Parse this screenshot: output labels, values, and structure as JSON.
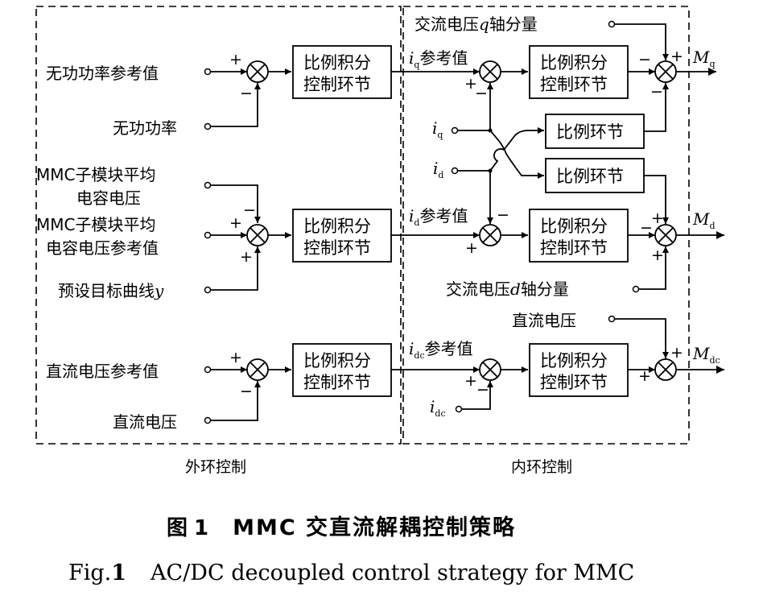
{
  "frames": {
    "outer_label": "外环控制",
    "inner_label": "内环控制"
  },
  "pi_block_label": [
    "比例积分",
    "控制环节"
  ],
  "p_block_label": "比例环节",
  "outer": {
    "row1": {
      "ref": "无功功率参考值",
      "fb": "无功功率"
    },
    "row2": {
      "in1": [
        "MMC子模块平均",
        "电容电压"
      ],
      "in2": [
        "MMC子模块平均",
        "电容电压参考值"
      ],
      "in3": "预设目标曲线",
      "in3_var": "y"
    },
    "row3": {
      "ref": "直流电压参考值",
      "fb": "直流电压"
    }
  },
  "inner": {
    "iq_ref": {
      "var": "i",
      "sub": "q",
      "text": "参考值"
    },
    "id_ref": {
      "var": "i",
      "sub": "d",
      "text": "参考值"
    },
    "idc_ref": {
      "var": "i",
      "sub": "dc",
      "text": "参考值"
    },
    "iq_in": {
      "var": "i",
      "sub": "q"
    },
    "id_in": {
      "var": "i",
      "sub": "d"
    },
    "idc_in": {
      "var": "i",
      "sub": "dc"
    },
    "vq_label": {
      "pre": "交流电压",
      "var": "q",
      "post": "轴分量"
    },
    "vd_label": {
      "pre": "交流电压",
      "var": "d",
      "post": "轴分量"
    },
    "vdc_label": "直流电压"
  },
  "outputs": {
    "mq": {
      "var": "M",
      "sub": "q"
    },
    "md": {
      "var": "M",
      "sub": "d"
    },
    "mdc": {
      "var": "M",
      "sub": "dc"
    }
  },
  "signs": {
    "plus": "+",
    "minus": "−"
  },
  "caption": {
    "cn_prefix": "图",
    "cn_num": "1",
    "cn_title": "MMC 交直流解耦控制策略",
    "en_prefix": "Fig.",
    "en_num": "1",
    "en_title": "AC/DC decoupled control strategy for MMC"
  }
}
